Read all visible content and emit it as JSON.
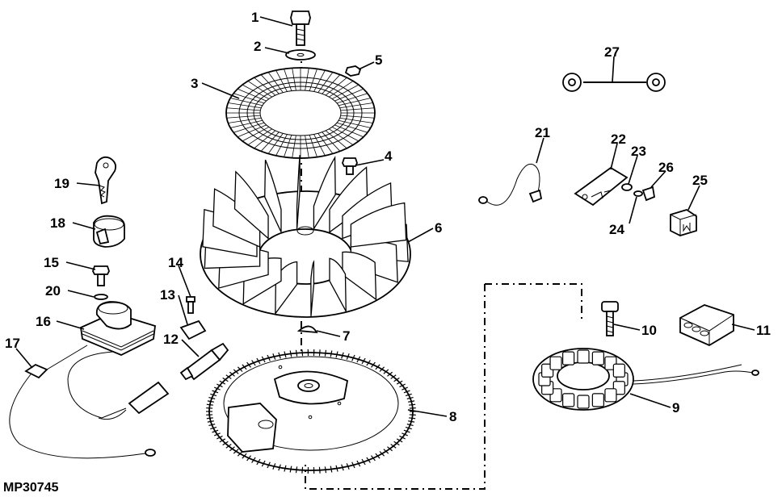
{
  "figure_id": "MP30745",
  "callouts": [
    "1",
    "2",
    "3",
    "4",
    "5",
    "6",
    "7",
    "8",
    "9",
    "10",
    "11",
    "12",
    "13",
    "14",
    "15",
    "16",
    "17",
    "18",
    "19",
    "20",
    "21",
    "22",
    "23",
    "24",
    "25",
    "26",
    "27"
  ]
}
